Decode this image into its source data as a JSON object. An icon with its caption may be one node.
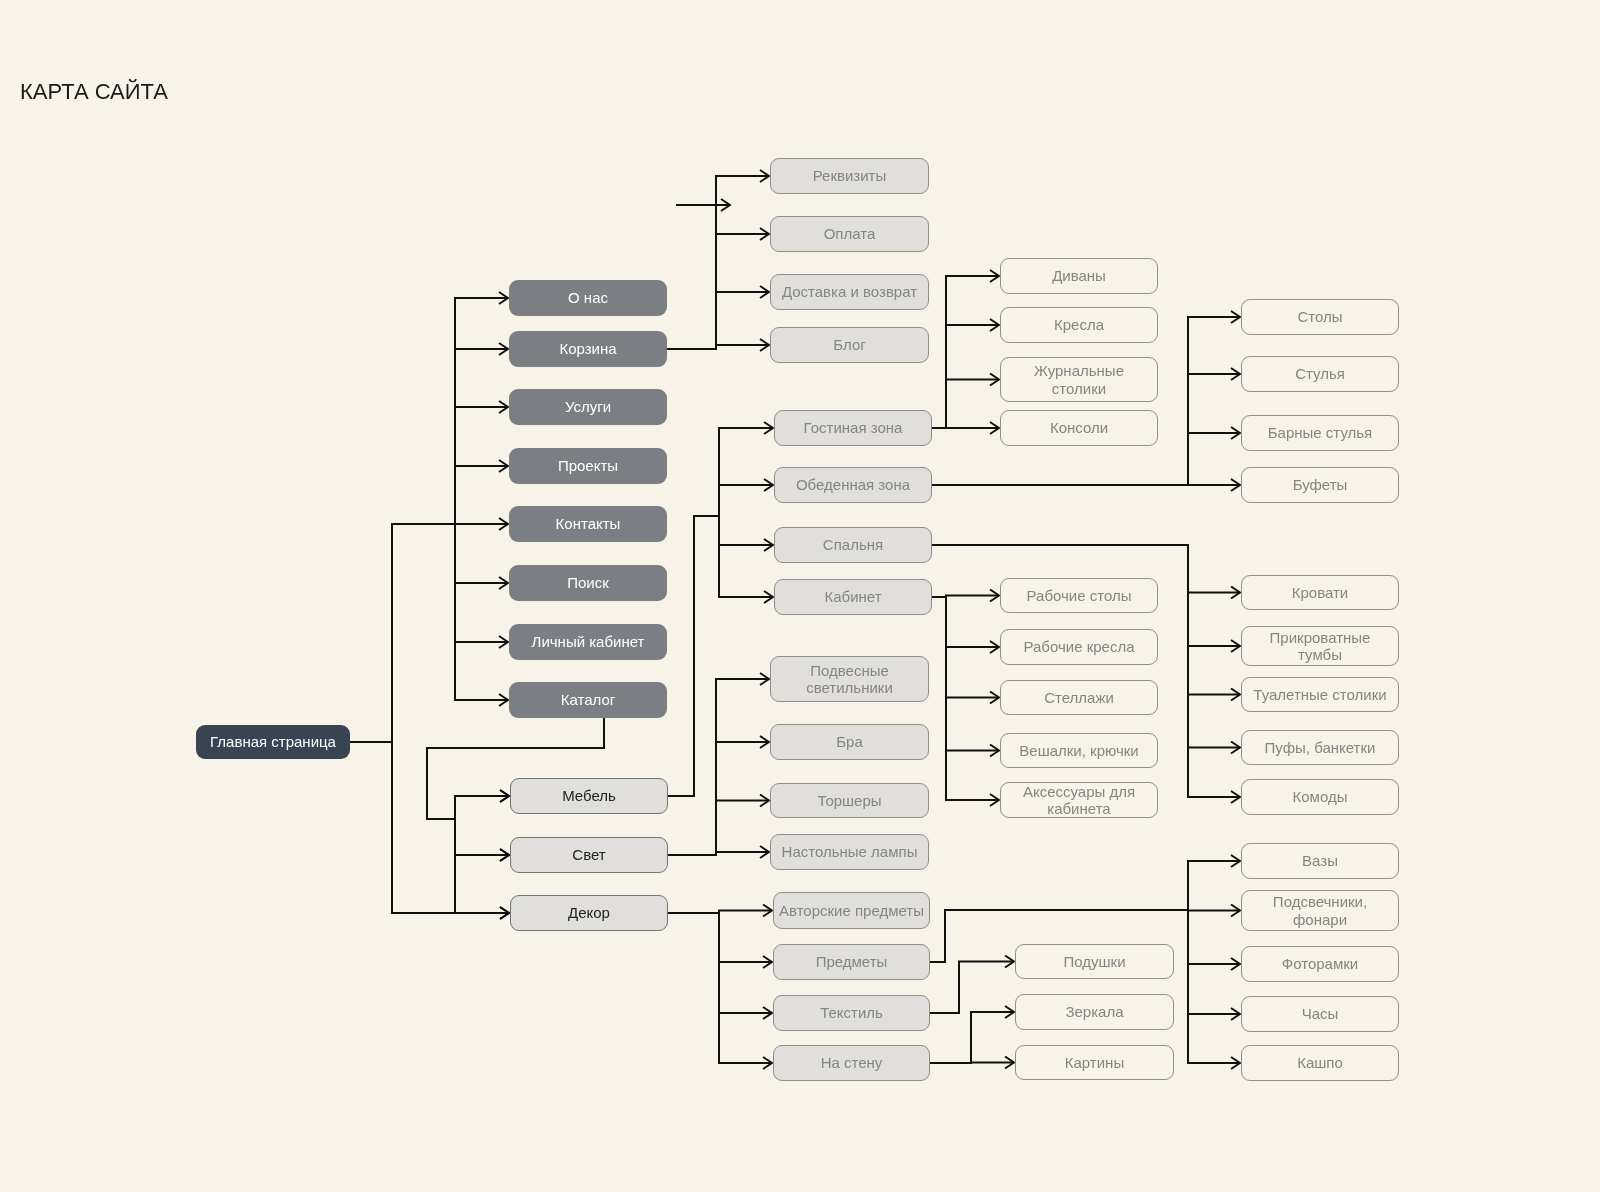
{
  "diagram": {
    "title": "КАРТА САЙТА",
    "nodes": [
      {
        "text": [
          "Главная страница"
        ]
      },
      {
        "text": [
          "О нас"
        ]
      },
      {
        "text": [
          "Корзина"
        ]
      },
      {
        "text": [
          "Услуги"
        ]
      },
      {
        "text": [
          "Проекты"
        ]
      },
      {
        "text": [
          "Контакты"
        ]
      },
      {
        "text": [
          "Поиск"
        ]
      },
      {
        "text": [
          "Личный кабинет"
        ]
      },
      {
        "text": [
          "Каталог"
        ]
      },
      {
        "text": [
          "Мебель"
        ]
      },
      {
        "text": [
          "Свет"
        ]
      },
      {
        "text": [
          "Декор"
        ]
      },
      {
        "text": [
          "Реквизиты"
        ]
      },
      {
        "text": [
          "Оплата"
        ]
      },
      {
        "text": [
          "Доставка и возврат"
        ]
      },
      {
        "text": [
          "Блог"
        ]
      },
      {
        "text": [
          "Гостиная зона"
        ]
      },
      {
        "text": [
          "Обеденная зона"
        ]
      },
      {
        "text": [
          "Спальня"
        ]
      },
      {
        "text": [
          "Кабинет"
        ]
      },
      {
        "text": [
          "Диваны"
        ]
      },
      {
        "text": [
          "Кресла"
        ]
      },
      {
        "text": [
          "Журнальные столики"
        ]
      },
      {
        "text": [
          "Консоли"
        ]
      },
      {
        "text": [
          "Столы"
        ]
      },
      {
        "text": [
          "Стулья"
        ]
      },
      {
        "text": [
          "Барные стулья"
        ]
      },
      {
        "text": [
          "Буфеты"
        ]
      },
      {
        "text": [
          "Рабочие столы"
        ]
      },
      {
        "text": [
          "Рабочие кресла"
        ]
      },
      {
        "text": [
          "Стеллажи"
        ]
      },
      {
        "text": [
          "Вешалки, крючки"
        ]
      },
      {
        "text": [
          "Аксессуары для кабинета"
        ]
      },
      {
        "text": [
          "Кровати"
        ]
      },
      {
        "text": [
          "Прикроватные тумбы"
        ]
      },
      {
        "text": [
          "Туалетные столики"
        ]
      },
      {
        "text": [
          "Пуфы, банкетки"
        ]
      },
      {
        "text": [
          "Комоды"
        ]
      },
      {
        "text": [
          "Подвесные светильники"
        ]
      },
      {
        "text": [
          "Бра"
        ]
      },
      {
        "text": [
          "Торшеры"
        ]
      },
      {
        "text": [
          "Настольные лампы"
        ]
      },
      {
        "text": [
          "Авторские предметы"
        ]
      },
      {
        "text": [
          "Предметы"
        ]
      },
      {
        "text": [
          "Текстиль"
        ]
      },
      {
        "text": [
          "На стену"
        ]
      },
      {
        "text": [
          "Подушки"
        ]
      },
      {
        "text": [
          "Зеркала"
        ]
      },
      {
        "text": [
          "Картины"
        ]
      },
      {
        "text": [
          "Вазы"
        ]
      },
      {
        "text": [
          "Подсвечники, фонари"
        ]
      },
      {
        "text": [
          "Фоторамки"
        ]
      },
      {
        "text": [
          "Часы"
        ]
      },
      {
        "text": [
          "Кашпо"
        ]
      }
    ],
    "edges": [
      {
        "from": 0,
        "to": 1,
        "arrow": "to"
      },
      {
        "from": 0,
        "to": 2,
        "arrow": "to"
      },
      {
        "from": 0,
        "to": 3,
        "arrow": "to"
      },
      {
        "from": 0,
        "to": 4,
        "arrow": "to"
      },
      {
        "from": 0,
        "to": 5,
        "arrow": "to"
      },
      {
        "from": 0,
        "to": 6,
        "arrow": "to"
      },
      {
        "from": 0,
        "to": 7,
        "arrow": "to"
      },
      {
        "from": 0,
        "to": 8,
        "arrow": "to"
      },
      {
        "from": 0,
        "to": 9,
        "arrow": "to"
      },
      {
        "from": 0,
        "to": 10,
        "arrow": "to"
      },
      {
        "from": 0,
        "to": 11,
        "arrow": "to"
      },
      {
        "from": 8,
        "to": 9,
        "arrow": "to"
      },
      {
        "from": 8,
        "to": 10,
        "arrow": "to"
      },
      {
        "from": 8,
        "to": 11,
        "arrow": "to"
      },
      {
        "from": 2,
        "to": 12,
        "arrow": "to"
      },
      {
        "from": 2,
        "to": 13,
        "arrow": "to"
      },
      {
        "from": 2,
        "to": 14,
        "arrow": "to"
      },
      {
        "from": 2,
        "to": 15,
        "arrow": "to"
      },
      {
        "from": 9,
        "to": 16,
        "arrow": "to"
      },
      {
        "from": 9,
        "to": 17,
        "arrow": "to"
      },
      {
        "from": 9,
        "to": 18,
        "arrow": "to"
      },
      {
        "from": 9,
        "to": 19,
        "arrow": "to"
      },
      {
        "from": 16,
        "to": 20,
        "arrow": "to"
      },
      {
        "from": 16,
        "to": 21,
        "arrow": "to"
      },
      {
        "from": 16,
        "to": 22,
        "arrow": "to"
      },
      {
        "from": 16,
        "to": 23,
        "arrow": "to"
      },
      {
        "from": 17,
        "to": 24,
        "arrow": "to"
      },
      {
        "from": 17,
        "to": 25,
        "arrow": "to"
      },
      {
        "from": 17,
        "to": 26,
        "arrow": "to"
      },
      {
        "from": 17,
        "to": 27,
        "arrow": "to"
      },
      {
        "from": 19,
        "to": 28,
        "arrow": "to"
      },
      {
        "from": 19,
        "to": 29,
        "arrow": "to"
      },
      {
        "from": 19,
        "to": 30,
        "arrow": "to"
      },
      {
        "from": 19,
        "to": 31,
        "arrow": "to"
      },
      {
        "from": 19,
        "to": 32,
        "arrow": "to"
      },
      {
        "from": 18,
        "to": 33,
        "arrow": "to"
      },
      {
        "from": 18,
        "to": 34,
        "arrow": "to"
      },
      {
        "from": 18,
        "to": 35,
        "arrow": "to"
      },
      {
        "from": 18,
        "to": 36,
        "arrow": "to"
      },
      {
        "from": 18,
        "to": 37,
        "arrow": "to"
      },
      {
        "from": 10,
        "to": 38,
        "arrow": "to"
      },
      {
        "from": 10,
        "to": 39,
        "arrow": "to"
      },
      {
        "from": 10,
        "to": 40,
        "arrow": "to"
      },
      {
        "from": 10,
        "to": 41,
        "arrow": "to"
      },
      {
        "from": 11,
        "to": 42,
        "arrow": "to"
      },
      {
        "from": 11,
        "to": 43,
        "arrow": "to"
      },
      {
        "from": 11,
        "to": 44,
        "arrow": "to"
      },
      {
        "from": 11,
        "to": 45,
        "arrow": "to"
      },
      {
        "from": 44,
        "to": 46,
        "arrow": "to"
      },
      {
        "from": 45,
        "to": 47,
        "arrow": "to"
      },
      {
        "from": 45,
        "to": 48,
        "arrow": "to"
      },
      {
        "from": 43,
        "to": 49,
        "arrow": "to"
      },
      {
        "from": 43,
        "to": 50,
        "arrow": "to"
      },
      {
        "from": 43,
        "to": 51,
        "arrow": "to"
      },
      {
        "from": 43,
        "to": 52,
        "arrow": "to"
      },
      {
        "from": 43,
        "to": 53,
        "arrow": "to"
      }
    ]
  }
}
